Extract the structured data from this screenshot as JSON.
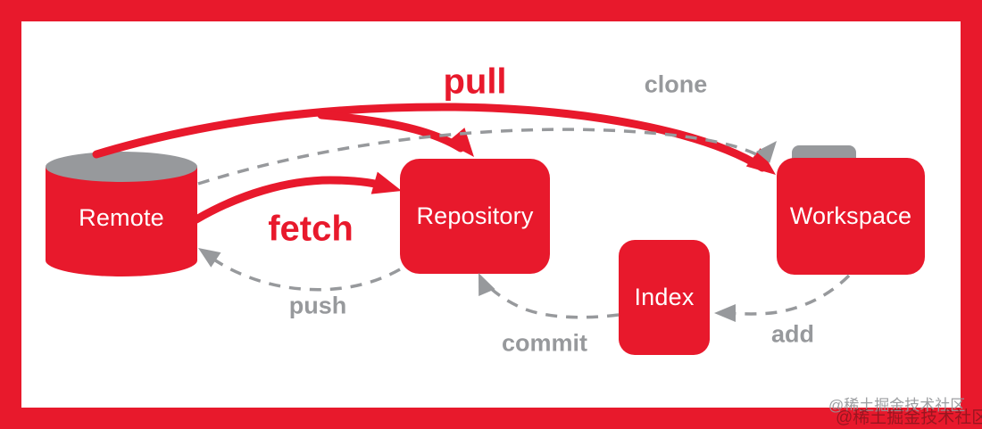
{
  "diagram": {
    "title_hint": "git workflow diagram",
    "colors": {
      "red": "#E8192C",
      "gray": "#97999C",
      "background": "#FFFFFF"
    },
    "nodes": [
      {
        "id": "remote",
        "label": "Remote",
        "shape": "cylinder"
      },
      {
        "id": "repository",
        "label": "Repository",
        "shape": "rounded-rect"
      },
      {
        "id": "index",
        "label": "Index",
        "shape": "rounded-rect"
      },
      {
        "id": "workspace",
        "label": "Workspace",
        "shape": "folder"
      }
    ],
    "edges": [
      {
        "label": "pull",
        "from": "remote",
        "to": "repository and workspace",
        "style": "solid-red-thick"
      },
      {
        "label": "clone",
        "from": "remote",
        "to": "workspace",
        "style": "dashed-gray"
      },
      {
        "label": "fetch",
        "from": "remote",
        "to": "repository",
        "style": "solid-red-thick"
      },
      {
        "label": "push",
        "from": "repository",
        "to": "remote",
        "style": "dashed-gray"
      },
      {
        "label": "commit",
        "from": "index",
        "to": "repository",
        "style": "dashed-gray"
      },
      {
        "label": "add",
        "from": "workspace",
        "to": "index",
        "style": "dashed-gray"
      }
    ]
  },
  "watermark": {
    "text": "@稀土掘金技术社区"
  }
}
